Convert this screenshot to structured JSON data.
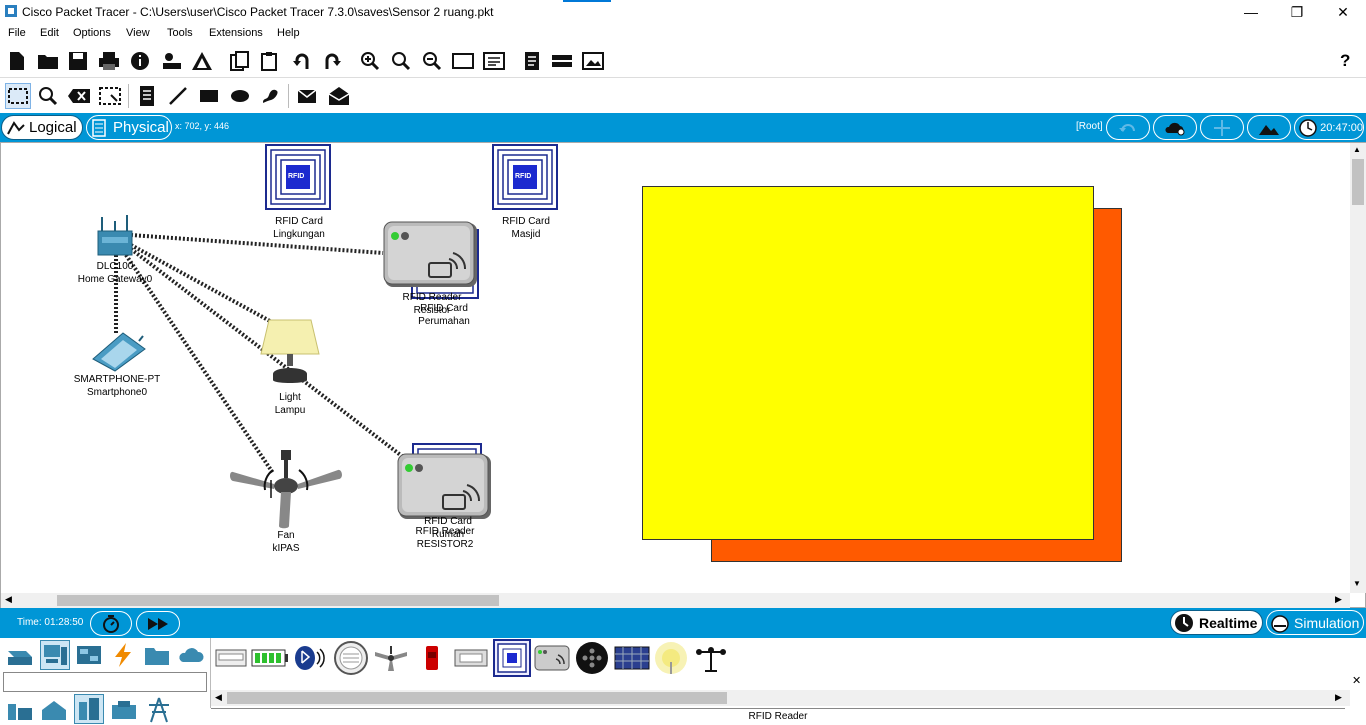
{
  "window": {
    "title": "Cisco Packet Tracer - C:\\Users\\user\\Cisco Packet Tracer 7.3.0\\saves\\Sensor 2 ruang.pkt",
    "minimize": "—",
    "maximize": "❐",
    "close": "✕"
  },
  "menu": [
    "File",
    "Edit",
    "Options",
    "View",
    "Tools",
    "Extensions",
    "Help"
  ],
  "help_label": "?",
  "nav": {
    "logical": "Logical",
    "physical": "Physical",
    "coords": "x: 702, y: 446",
    "root": "[Root]",
    "clock": "20:47:00"
  },
  "devices": {
    "gateway": {
      "line1": "DLC100",
      "line2": "Home Gateway0"
    },
    "smartphone": {
      "line1": "SMARTPHONE-PT",
      "line2": "Smartphone0"
    },
    "card_lingkungan": {
      "line1": "RFID Card",
      "line2": "Lingkungan"
    },
    "card_masjid": {
      "line1": "RFID Card",
      "line2": "Masjid"
    },
    "reader_resistor": {
      "line1": "RFID Reader",
      "line2": "Resistor"
    },
    "card_perumahan": {
      "line1": "RFID Card",
      "line2": "Perumahan"
    },
    "light": {
      "line1": "Light",
      "line2": "Lampu"
    },
    "fan": {
      "line1": "Fan",
      "line2": "kIPAS"
    },
    "card_rumah": {
      "line1": "RFID Card",
      "line2": "Rumah"
    },
    "reader_resistor2": {
      "line1": "RFID Reader",
      "line2": "RESISTOR2"
    },
    "rfid_badge": "RFID"
  },
  "status": {
    "time_label": "Time: 01:28:50",
    "realtime": "Realtime",
    "simulation": "Simulation"
  },
  "bottom": {
    "selected_device": "RFID Reader",
    "search_value": ""
  },
  "colors": {
    "accent_blue": "#0096d6",
    "yellow_rect": "#ffff00",
    "orange_rect": "#ff5a00"
  }
}
